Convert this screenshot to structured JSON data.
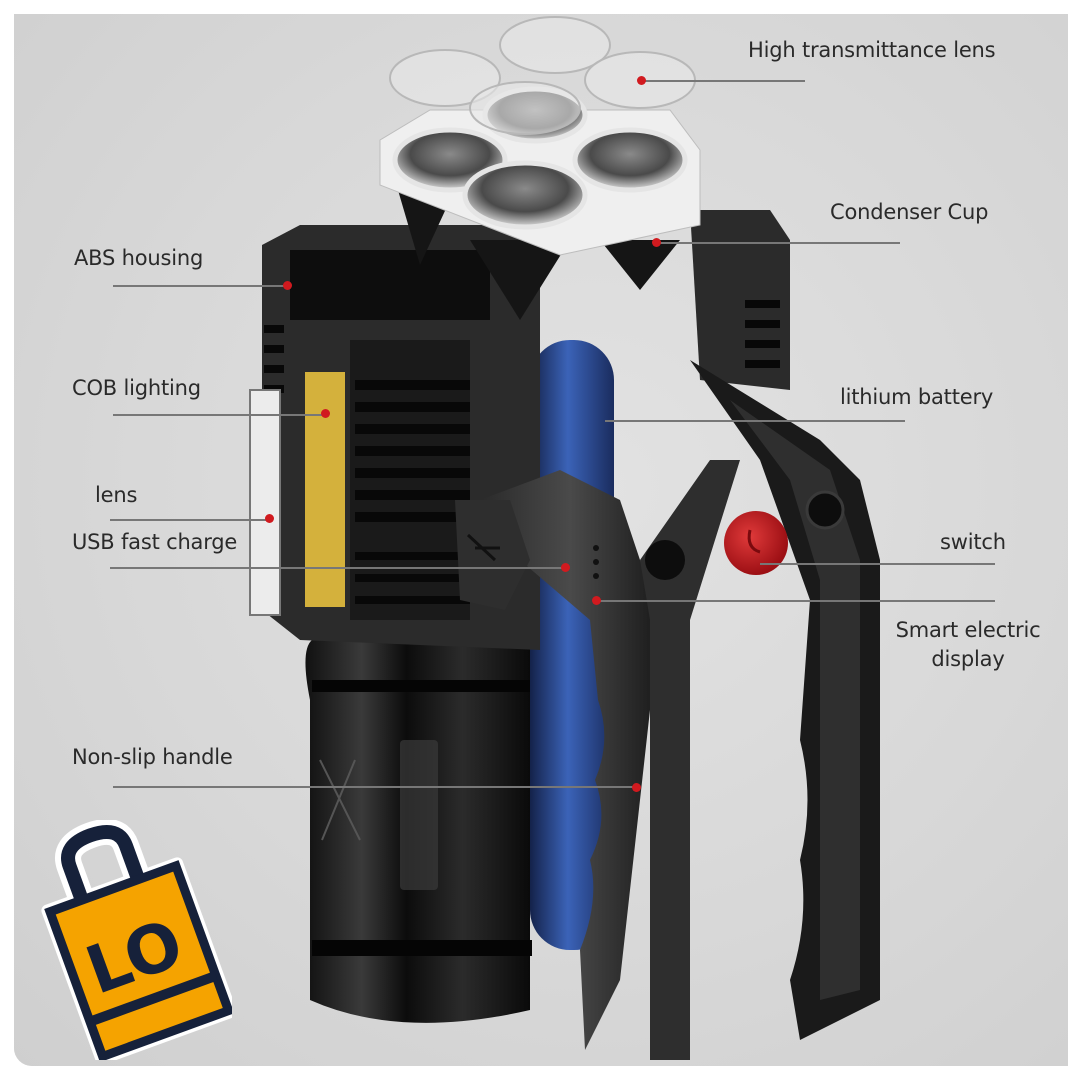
{
  "diagram": {
    "subject": "Exploded view of a rechargeable handheld flashlight",
    "colors": {
      "background": "#d6d6d6",
      "label_text": "#2a2a2a",
      "leader_line": "#777777",
      "marker_dot": "#d11a1f",
      "cob_panel": "#d4b13c",
      "battery": "#2c4a8c",
      "body": "#1c1c1c",
      "switch": "#c0161c"
    },
    "labels": [
      {
        "id": "high-transmittance-lens",
        "text": "High transmittance lens",
        "side": "right"
      },
      {
        "id": "condenser-cup",
        "text": "Condenser Cup",
        "side": "right"
      },
      {
        "id": "abs-housing",
        "text": "ABS housing",
        "side": "left"
      },
      {
        "id": "cob-lighting",
        "text": "COB lighting",
        "side": "left"
      },
      {
        "id": "lithium-battery",
        "text": "lithium battery",
        "side": "right"
      },
      {
        "id": "lens",
        "text": "lens",
        "side": "left"
      },
      {
        "id": "usb-fast-charge",
        "text": "USB fast charge",
        "side": "left"
      },
      {
        "id": "switch",
        "text": "switch",
        "side": "right"
      },
      {
        "id": "smart-electric-display",
        "text": "Smart electric display",
        "line1": "Smart electric",
        "line2": "display",
        "side": "right"
      },
      {
        "id": "non-slip-handle",
        "text": "Non-slip handle",
        "side": "left"
      }
    ]
  },
  "logo": {
    "icon": "shopping-bag-icon",
    "text": "LO",
    "bag_color": "#f5a300",
    "outline_color": "#16213a"
  }
}
